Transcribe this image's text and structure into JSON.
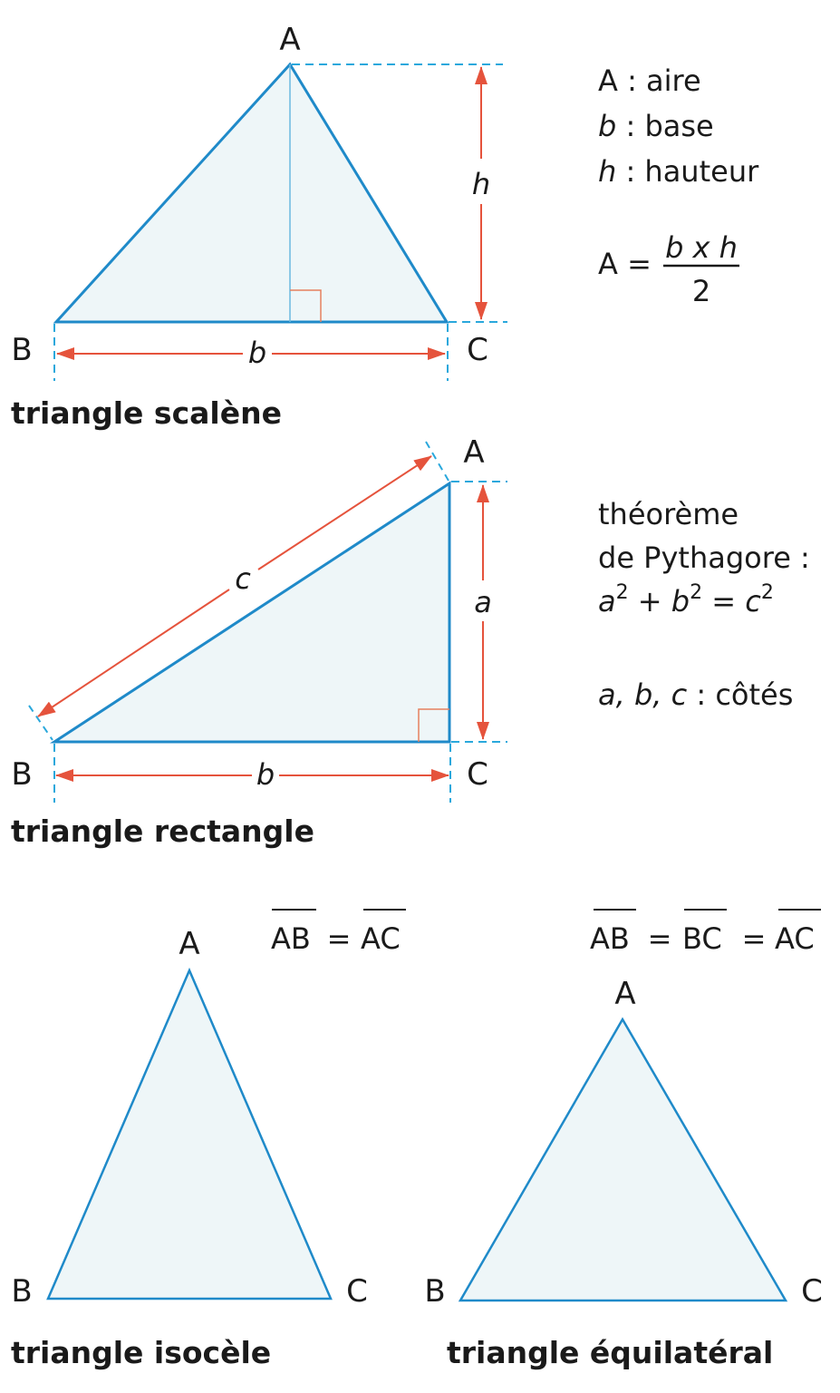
{
  "colors": {
    "triangle_stroke": "#1f8ac9",
    "triangle_fill": "#eef6f8",
    "dashed_guide": "#2aa8dc",
    "dimension_arrow": "#e5533c",
    "right_angle_marker": "#e5805f",
    "height_line": "#6ab9e0",
    "text": "#1a1a1a"
  },
  "scalene": {
    "caption": "triangle scalène",
    "vertices": {
      "A": "A",
      "B": "B",
      "C": "C"
    },
    "dim_base": "b",
    "dim_height": "h",
    "legend": {
      "line1_symbol": "A",
      "line1_text": " : aire",
      "line2_symbol": "b",
      "line2_text": " : base",
      "line3_symbol": "h",
      "line3_text": " : hauteur"
    },
    "formula": {
      "lhs": "A =",
      "numerator": "b x h",
      "denominator": "2"
    }
  },
  "right": {
    "caption": "triangle rectangle",
    "vertices": {
      "A": "A",
      "B": "B",
      "C": "C"
    },
    "dim_hypotenuse": "c",
    "dim_vertical": "a",
    "dim_base": "b",
    "theorem": {
      "line1": "théorème",
      "line2": "de Pythagore :",
      "eq_a": "a",
      "eq_b": "b",
      "eq_c": "c",
      "exp": "2",
      "plus": " + ",
      "equals": " = "
    },
    "sides_note": {
      "symbols": "a, b, c",
      "text": " : côtés"
    }
  },
  "isosceles": {
    "caption": "triangle isocèle",
    "vertices": {
      "A": "A",
      "B": "B",
      "C": "C"
    },
    "relation": {
      "seg1": "AB",
      "eq": "=",
      "seg2": "AC"
    }
  },
  "equilateral": {
    "caption": "triangle équilatéral",
    "vertices": {
      "A": "A",
      "B": "B",
      "C": "C"
    },
    "relation": {
      "seg1": "AB",
      "eq1": "=",
      "seg2": "BC",
      "eq2": "=",
      "seg3": "AC"
    }
  }
}
